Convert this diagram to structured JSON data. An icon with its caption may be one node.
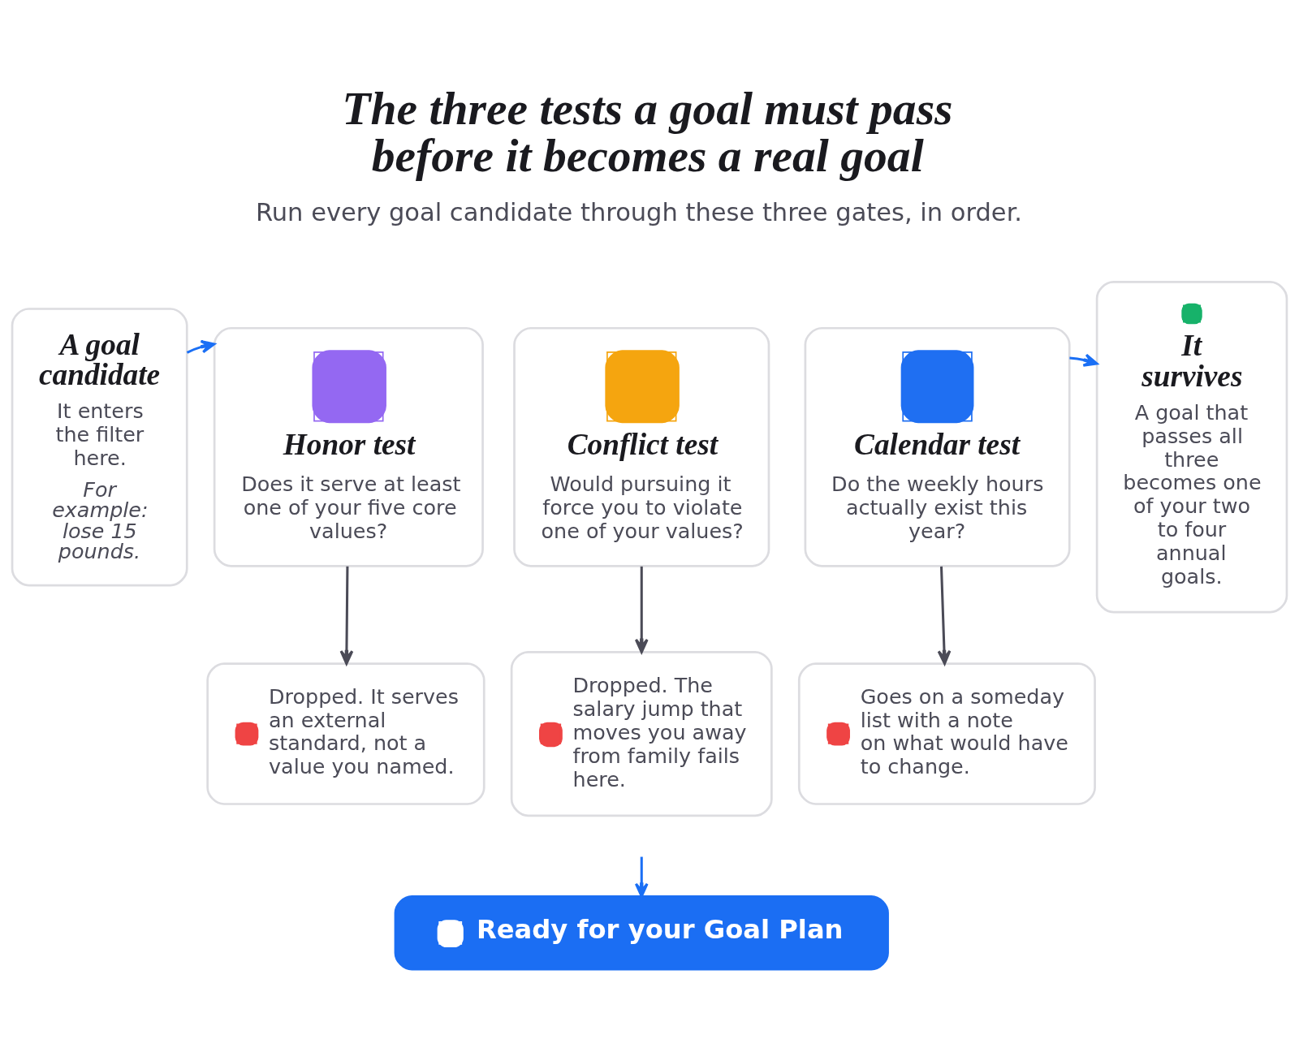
{
  "diagram": {
    "title": "The three tests a goal must pass before it becomes a real goal",
    "nodes": [
      {
        "text": [
          "A goal candidate",
          "It enters the filter here.",
          "For example: lose 15 pounds."
        ]
      },
      {
        "text": [
          "Honor test",
          "Does it serve at least one of your five core values?"
        ]
      },
      {
        "text": [
          "Conflict test",
          "Would pursuing it force you to violate one of your values?"
        ]
      },
      {
        "text": [
          "Calendar test",
          "Do the weekly hours actually exist this year?"
        ]
      },
      {
        "text": [
          "It survives",
          "A goal that passes all three becomes one of your two to four annual goals."
        ]
      },
      {
        "text": [
          "Dropped. It serves an external standard, not a value you named."
        ]
      },
      {
        "text": [
          "Dropped. The salary jump that moves you away from family fails here."
        ]
      },
      {
        "text": [
          "Goes on a someday list with a note on what would have to change."
        ]
      },
      {
        "text": [
          "Ready for your Goal Plan"
        ]
      }
    ],
    "edges": [
      {
        "from": 0,
        "to": 1,
        "arrow": "to",
        "color": "#1a6ff5"
      },
      {
        "from": 3,
        "to": 4,
        "arrow": "to",
        "color": "#1a6ff5"
      },
      {
        "from": 1,
        "to": 5,
        "arrow": "to",
        "color": "#4b4b57"
      },
      {
        "from": 2,
        "to": 6,
        "arrow": "to",
        "color": "#4b4b57"
      },
      {
        "from": 3,
        "to": 7,
        "arrow": "to",
        "color": "#4b4b57"
      },
      {
        "from": null,
        "to": 8,
        "arrow": "to",
        "color": "#1a6ff5"
      }
    ],
    "labels": [
      "Run every goal candidate through these three gates, in order."
    ]
  }
}
